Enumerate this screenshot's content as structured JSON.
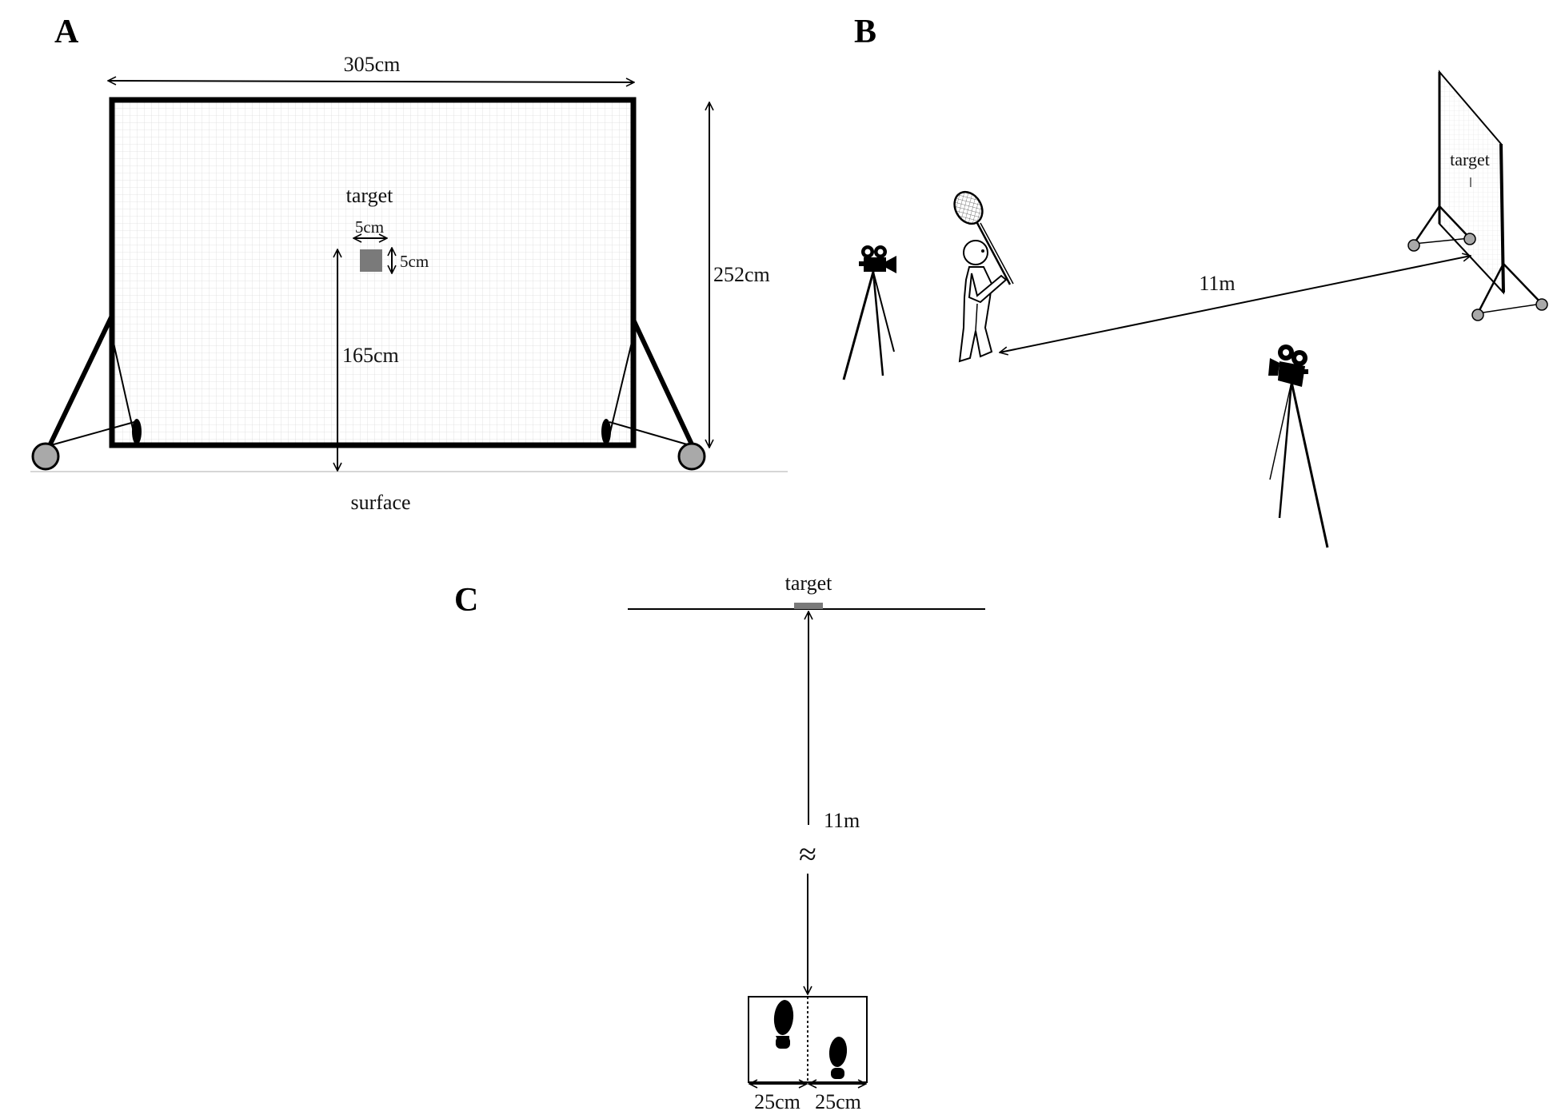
{
  "panels": {
    "a": {
      "letter": "A",
      "width_label": "305cm",
      "height_label": "252cm",
      "target_label": "target",
      "target_width_label": "5cm",
      "target_height_label": "5cm",
      "target_height_from_surface_label": "165cm",
      "surface_label": "surface"
    },
    "b": {
      "letter": "B",
      "distance_label": "11m",
      "target_label": "target"
    },
    "c": {
      "letter": "C",
      "target_label": "target",
      "distance_label": "11m",
      "approx_symbol": "≈",
      "left_foot_zone_label": "25cm",
      "right_foot_zone_label": "25cm"
    }
  },
  "colors": {
    "frame": "#000000",
    "target_fill": "#7a7a7a",
    "wheel_fill": "#a9a9a9",
    "grid": "#dcdcdc",
    "surface_line": "#c8c8c8"
  },
  "icons": [
    "video-camera-icon",
    "tripod-icon",
    "badminton-player-icon",
    "badminton-racket-icon",
    "footprint-icon"
  ]
}
